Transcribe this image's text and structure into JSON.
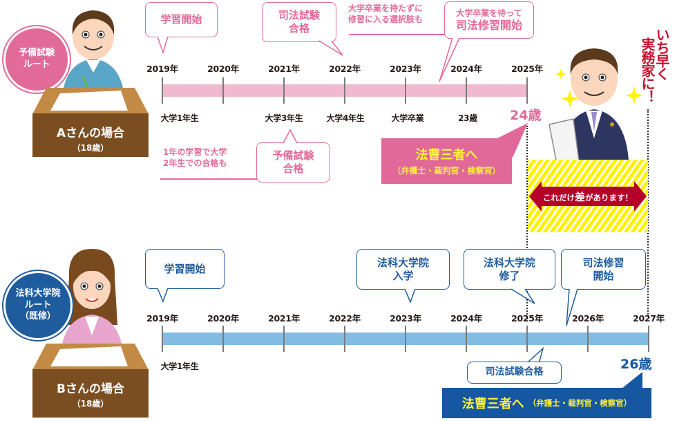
{
  "colors": {
    "pink_accent": "#e26a99",
    "pink_bar": "#f0b9cf",
    "blue_accent": "#1f5c9e",
    "blue_bar": "#83bce2",
    "banner_text": "#fff23a",
    "catch_red": "#c8102e",
    "desk_brown": "#7b4e22",
    "stripe_yellow": "#fff200"
  },
  "route_a": {
    "badge": [
      "予備試験",
      "ルート"
    ],
    "desk_title": "Aさんの場合",
    "desk_age": "（18歳）",
    "years": [
      "2019年",
      "2020年",
      "2021年",
      "2022年",
      "2023年",
      "2024年",
      "2025年"
    ],
    "sub_labels": [
      "大学1年生",
      "大学3年生",
      "大学4年生",
      "大学卒業",
      "23歳"
    ],
    "bubbles": {
      "study_start": "学習開始",
      "bar_exam_pass": [
        "司法試験",
        "合格"
      ],
      "prelim_pass": [
        "予備試験",
        "合格"
      ],
      "training_start": [
        "大学卒業を待って",
        "司法修習開始"
      ]
    },
    "notes": {
      "early_training": [
        "大学卒業を待たずに",
        "修習に入る選択肢も"
      ],
      "early_prelim": [
        "1年の学習で大学",
        "2年生での合格も"
      ]
    },
    "result_age": "24歳",
    "result_title": "法曹三者へ",
    "result_detail": "（弁護士・裁判官・検察官）"
  },
  "route_b": {
    "badge": [
      "法科大学院",
      "ルート",
      "（既修）"
    ],
    "desk_title": "Bさんの場合",
    "desk_age": "（18歳）",
    "years": [
      "2019年",
      "2020年",
      "2021年",
      "2022年",
      "2023年",
      "2024年",
      "2025年",
      "2026年",
      "2027年"
    ],
    "sub_labels": [
      "大学1年生"
    ],
    "bubbles": {
      "study_start": "学習開始",
      "law_school_entry": [
        "法科大学院",
        "入学"
      ],
      "law_school_complete": [
        "法科大学院",
        "修了"
      ],
      "training_start": [
        "司法修習",
        "開始"
      ],
      "bar_exam_pass": "司法試験合格"
    },
    "result_age": "26歳",
    "result_title": "法曹三者へ",
    "result_detail": "（弁護士・裁判官・検察官）"
  },
  "difference": {
    "label_pre": "これだけ",
    "label_big": "差",
    "label_post": "があります！"
  },
  "catchphrase": {
    "line1": "いち早く",
    "line2": "実務家に！"
  }
}
